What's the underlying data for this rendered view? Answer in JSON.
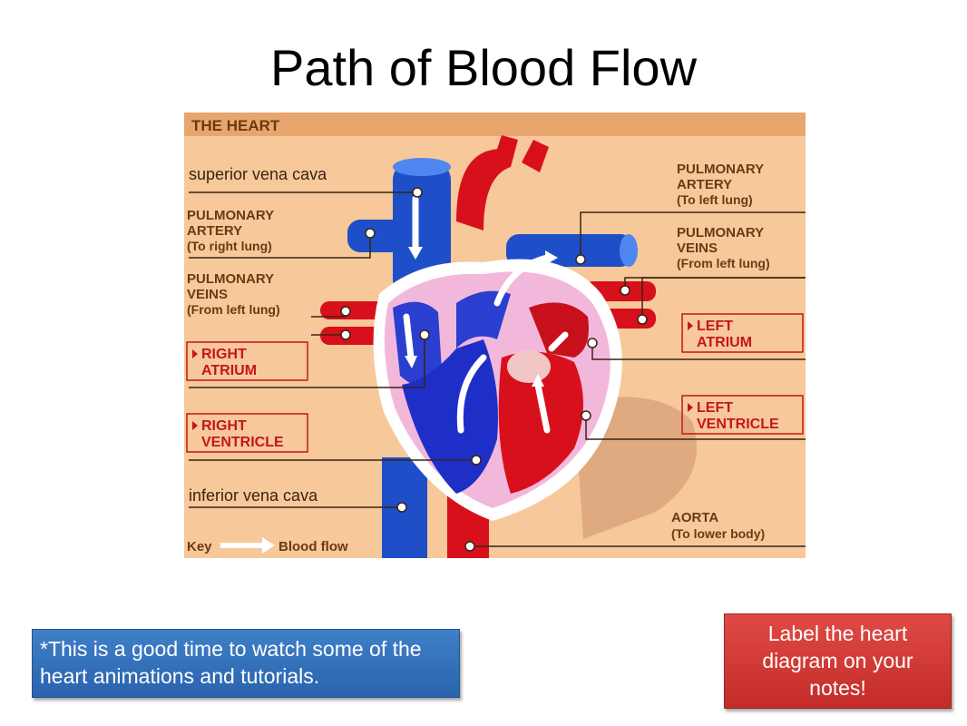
{
  "slide": {
    "title": "Path of Blood Flow"
  },
  "diagram": {
    "header": "THE HEART",
    "labels": {
      "superior_vena_cava": "superior vena cava",
      "pulmonary_artery_right": [
        "PULMONARY",
        "ARTERY",
        "(To right lung)"
      ],
      "pulmonary_veins_left_side": [
        "PULMONARY",
        "VEINS",
        "(From left lung)"
      ],
      "right_atrium": [
        "RIGHT",
        "ATRIUM"
      ],
      "right_ventricle": [
        "RIGHT",
        "VENTRICLE"
      ],
      "inferior_vena_cava": "inferior vena cava",
      "key": "Key",
      "blood_flow": "Blood flow",
      "pulmonary_artery_left": [
        "PULMONARY",
        "ARTERY",
        "(To left lung)"
      ],
      "pulmonary_veins_right_side": [
        "PULMONARY",
        "VEINS",
        "(From left lung)"
      ],
      "left_atrium": [
        "LEFT",
        "ATRIUM"
      ],
      "left_ventricle": [
        "LEFT",
        "VENTRICLE"
      ],
      "aorta": [
        "AORTA",
        "(To lower body)"
      ]
    },
    "colors": {
      "background": "#f7c89a",
      "header_bar": "#e8a66e",
      "blue_vessel": "#1e4fc8",
      "red_vessel": "#d8101c",
      "label_box_border": "#c4161c"
    }
  },
  "notes": {
    "watch_note": "*This is a good time to watch some of the heart animations and tutorials.",
    "label_note": "Label the heart diagram on your notes!"
  }
}
